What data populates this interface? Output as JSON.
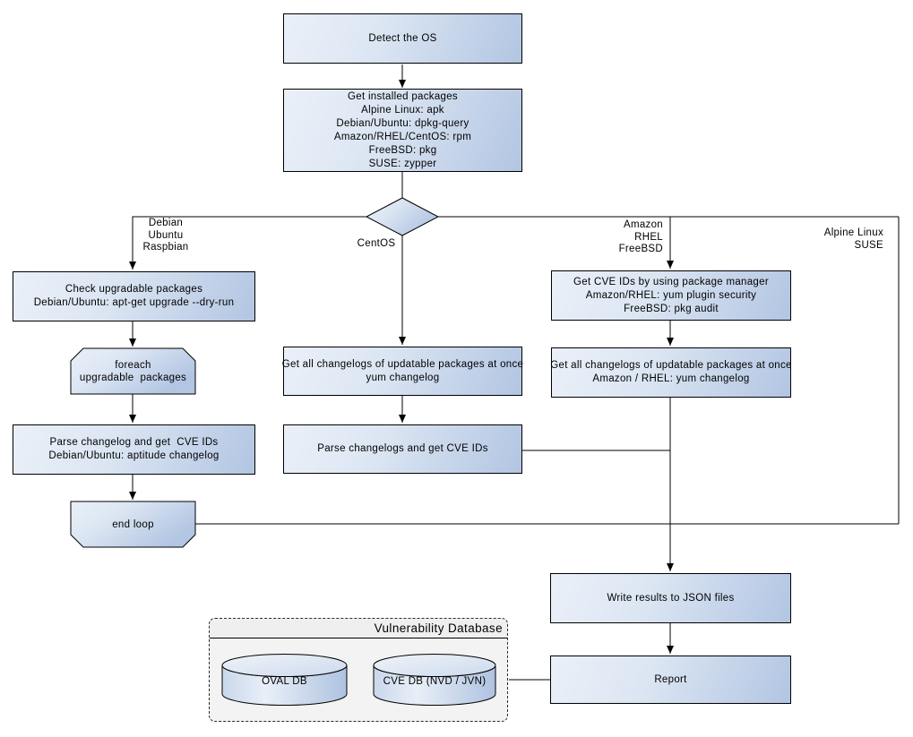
{
  "diagram": {
    "nodes": {
      "detect_os": "Detect the OS",
      "get_installed_packages": "Get installed packages\nAlpine Linux: apk\nDebian/Ubuntu: dpkg-query\nAmazon/RHEL/CentOS: rpm\nFreeBSD: pkg\nSUSE: zypper",
      "check_upgradable": "Check upgradable packages\nDebian/Ubuntu: apt-get upgrade --dry-run",
      "foreach_loop": "foreach\nupgradable  packages",
      "parse_changelog_debian": "Parse changelog and get  CVE IDs\nDebian/Ubuntu: aptitude changelog",
      "end_loop": "end loop",
      "get_changelogs_centos": "Get all changelogs of updatable packages at once\nyum changelog",
      "parse_changelogs_centos": "Parse changelogs and get CVE IDs",
      "get_cve_ids_pkg_manager": "Get CVE IDs by using package manager\nAmazon/RHEL: yum plugin security\nFreeBSD: pkg audit",
      "get_changelogs_amazon": "Get all changelogs of updatable packages at once\nAmazon / RHEL: yum changelog",
      "write_results": "Write results to JSON files",
      "report": "Report"
    },
    "edge_labels": {
      "debian_branch": "Debian\nUbuntu\nRaspbian",
      "centos_branch": "CentOS",
      "amazon_branch": "Amazon\nRHEL\nFreeBSD",
      "alpine_branch": "Alpine Linux\nSUSE"
    },
    "vulnerability_database": {
      "title": "Vulnerability Database",
      "oval_db": "OVAL DB",
      "cve_db": "CVE DB (NVD / JVN)"
    },
    "colors": {
      "node_fill_light": "#eaf0f8",
      "node_fill_dark": "#b2c5e2",
      "node_border": "#000000",
      "connector": "#000000",
      "group_fill": "#f3f3f3",
      "background": "#ffffff"
    }
  }
}
